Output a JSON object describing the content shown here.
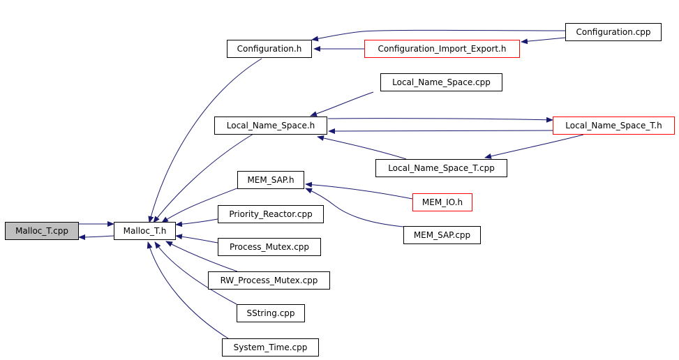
{
  "nodes": {
    "malloc_t_cpp": "Malloc_T.cpp",
    "malloc_t_h": "Malloc_T.h",
    "configuration_h": "Configuration.h",
    "configuration_import_export_h": "Configuration_Import_Export.h",
    "configuration_cpp": "Configuration.cpp",
    "local_name_space_cpp": "Local_Name_Space.cpp",
    "local_name_space_h": "Local_Name_Space.h",
    "local_name_space_t_h": "Local_Name_Space_T.h",
    "local_name_space_t_cpp": "Local_Name_Space_T.cpp",
    "mem_sap_h": "MEM_SAP.h",
    "mem_io_h": "MEM_IO.h",
    "mem_sap_cpp": "MEM_SAP.cpp",
    "priority_reactor_cpp": "Priority_Reactor.cpp",
    "process_mutex_cpp": "Process_Mutex.cpp",
    "rw_process_mutex_cpp": "RW_Process_Mutex.cpp",
    "sstring_cpp": "SString.cpp",
    "system_time_cpp": "System_Time.cpp"
  },
  "edges": [
    {
      "from": "malloc_t_h",
      "to": "malloc_t_cpp"
    },
    {
      "from": "malloc_t_cpp",
      "to": "malloc_t_h"
    },
    {
      "from": "configuration_h",
      "to": "malloc_t_h"
    },
    {
      "from": "local_name_space_h",
      "to": "malloc_t_h"
    },
    {
      "from": "mem_sap_h",
      "to": "malloc_t_h"
    },
    {
      "from": "priority_reactor_cpp",
      "to": "malloc_t_h"
    },
    {
      "from": "process_mutex_cpp",
      "to": "malloc_t_h"
    },
    {
      "from": "rw_process_mutex_cpp",
      "to": "malloc_t_h"
    },
    {
      "from": "sstring_cpp",
      "to": "malloc_t_h"
    },
    {
      "from": "system_time_cpp",
      "to": "malloc_t_h"
    },
    {
      "from": "configuration_cpp",
      "to": "configuration_h"
    },
    {
      "from": "configuration_import_export_h",
      "to": "configuration_h"
    },
    {
      "from": "configuration_cpp",
      "to": "configuration_import_export_h"
    },
    {
      "from": "local_name_space_cpp",
      "to": "local_name_space_h"
    },
    {
      "from": "local_name_space_t_h",
      "to": "local_name_space_h"
    },
    {
      "from": "local_name_space_t_cpp",
      "to": "local_name_space_h"
    },
    {
      "from": "local_name_space_h",
      "to": "local_name_space_t_h"
    },
    {
      "from": "local_name_space_t_h",
      "to": "local_name_space_t_cpp"
    },
    {
      "from": "mem_io_h",
      "to": "mem_sap_h"
    },
    {
      "from": "mem_sap_cpp",
      "to": "mem_sap_h"
    }
  ],
  "colors": {
    "edge": "#191970",
    "node_border": "#000000",
    "highlight_border": "#ff0000",
    "root_fill": "#bfbfbf"
  }
}
